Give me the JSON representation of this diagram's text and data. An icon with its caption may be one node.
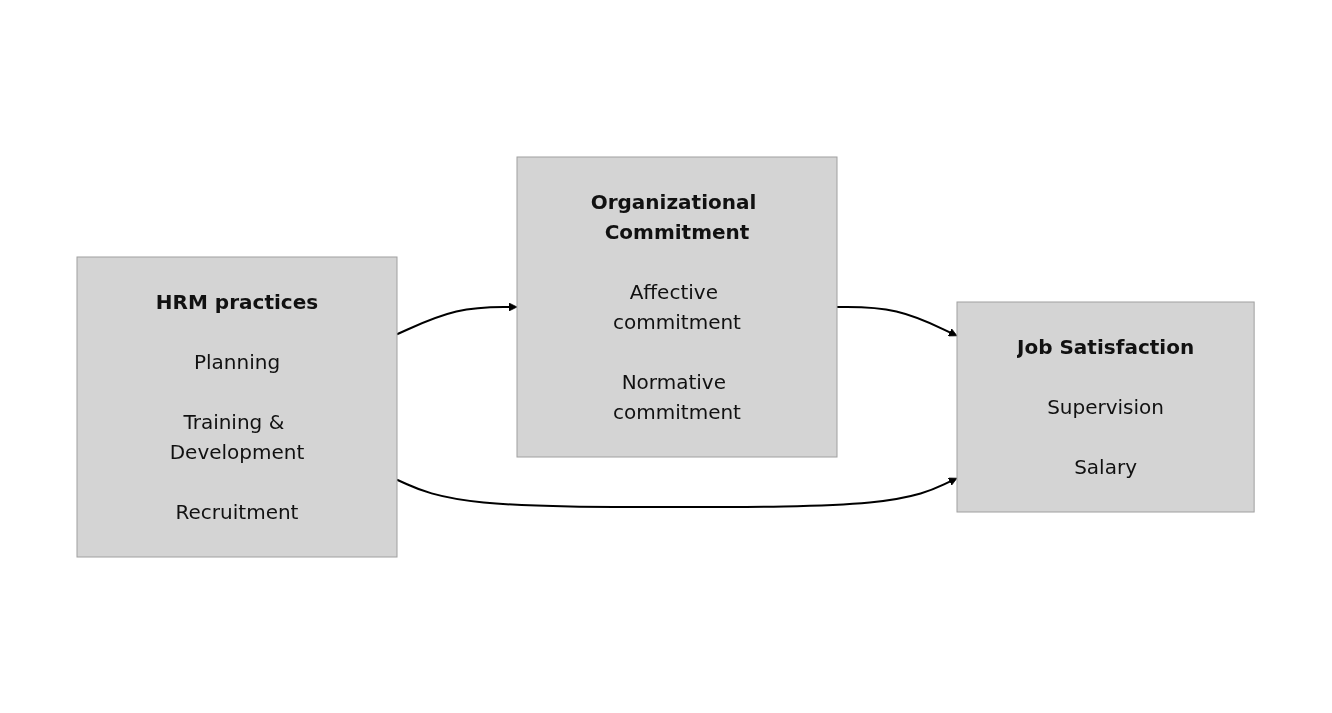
{
  "diagram": {
    "nodes": [
      {
        "text": [
          "Organizational Commitment",
          "Affective commitment",
          "Normative commitment"
        ]
      },
      {
        "text": [
          "HRM practices",
          "Planning",
          "Training & Development",
          "Recruitment"
        ]
      },
      {
        "text": [
          "Job Satisfaction",
          "Supervision",
          "Salary"
        ]
      }
    ],
    "edges": [
      {
        "from": 1,
        "to": 0,
        "arrow": "to"
      },
      {
        "from": 0,
        "to": 2,
        "arrow": "to"
      },
      {
        "from": 1,
        "to": 2,
        "arrow": "to"
      }
    ]
  }
}
